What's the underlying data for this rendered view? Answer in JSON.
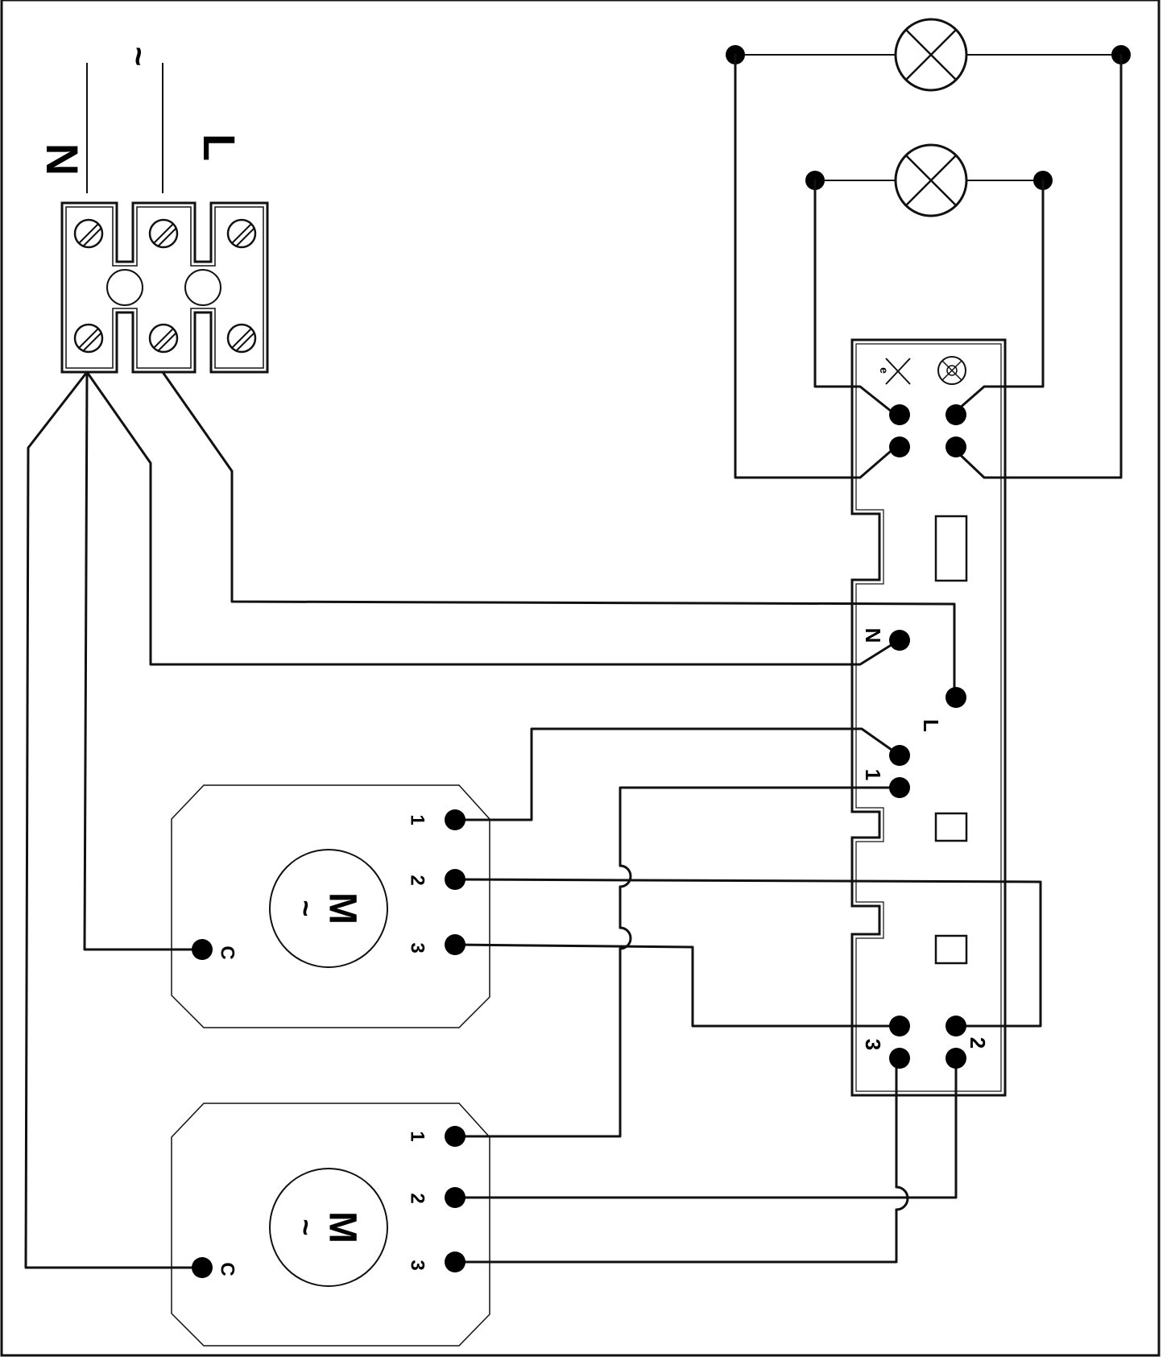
{
  "supply": {
    "ac_symbol": "~",
    "neutral_label": "N",
    "live_label": "L"
  },
  "control_unit": {
    "neutral_label": "N",
    "live_label": "L",
    "speed1_label": "1",
    "speed2_label": "2",
    "speed3_label": "3"
  },
  "motors": [
    {
      "symbol": "M",
      "ac_symbol": "~",
      "terminal_1": "1",
      "terminal_2": "2",
      "terminal_3": "3",
      "terminal_common": "C"
    },
    {
      "symbol": "M",
      "ac_symbol": "~",
      "terminal_1": "1",
      "terminal_2": "2",
      "terminal_3": "3",
      "terminal_common": "C"
    }
  ]
}
